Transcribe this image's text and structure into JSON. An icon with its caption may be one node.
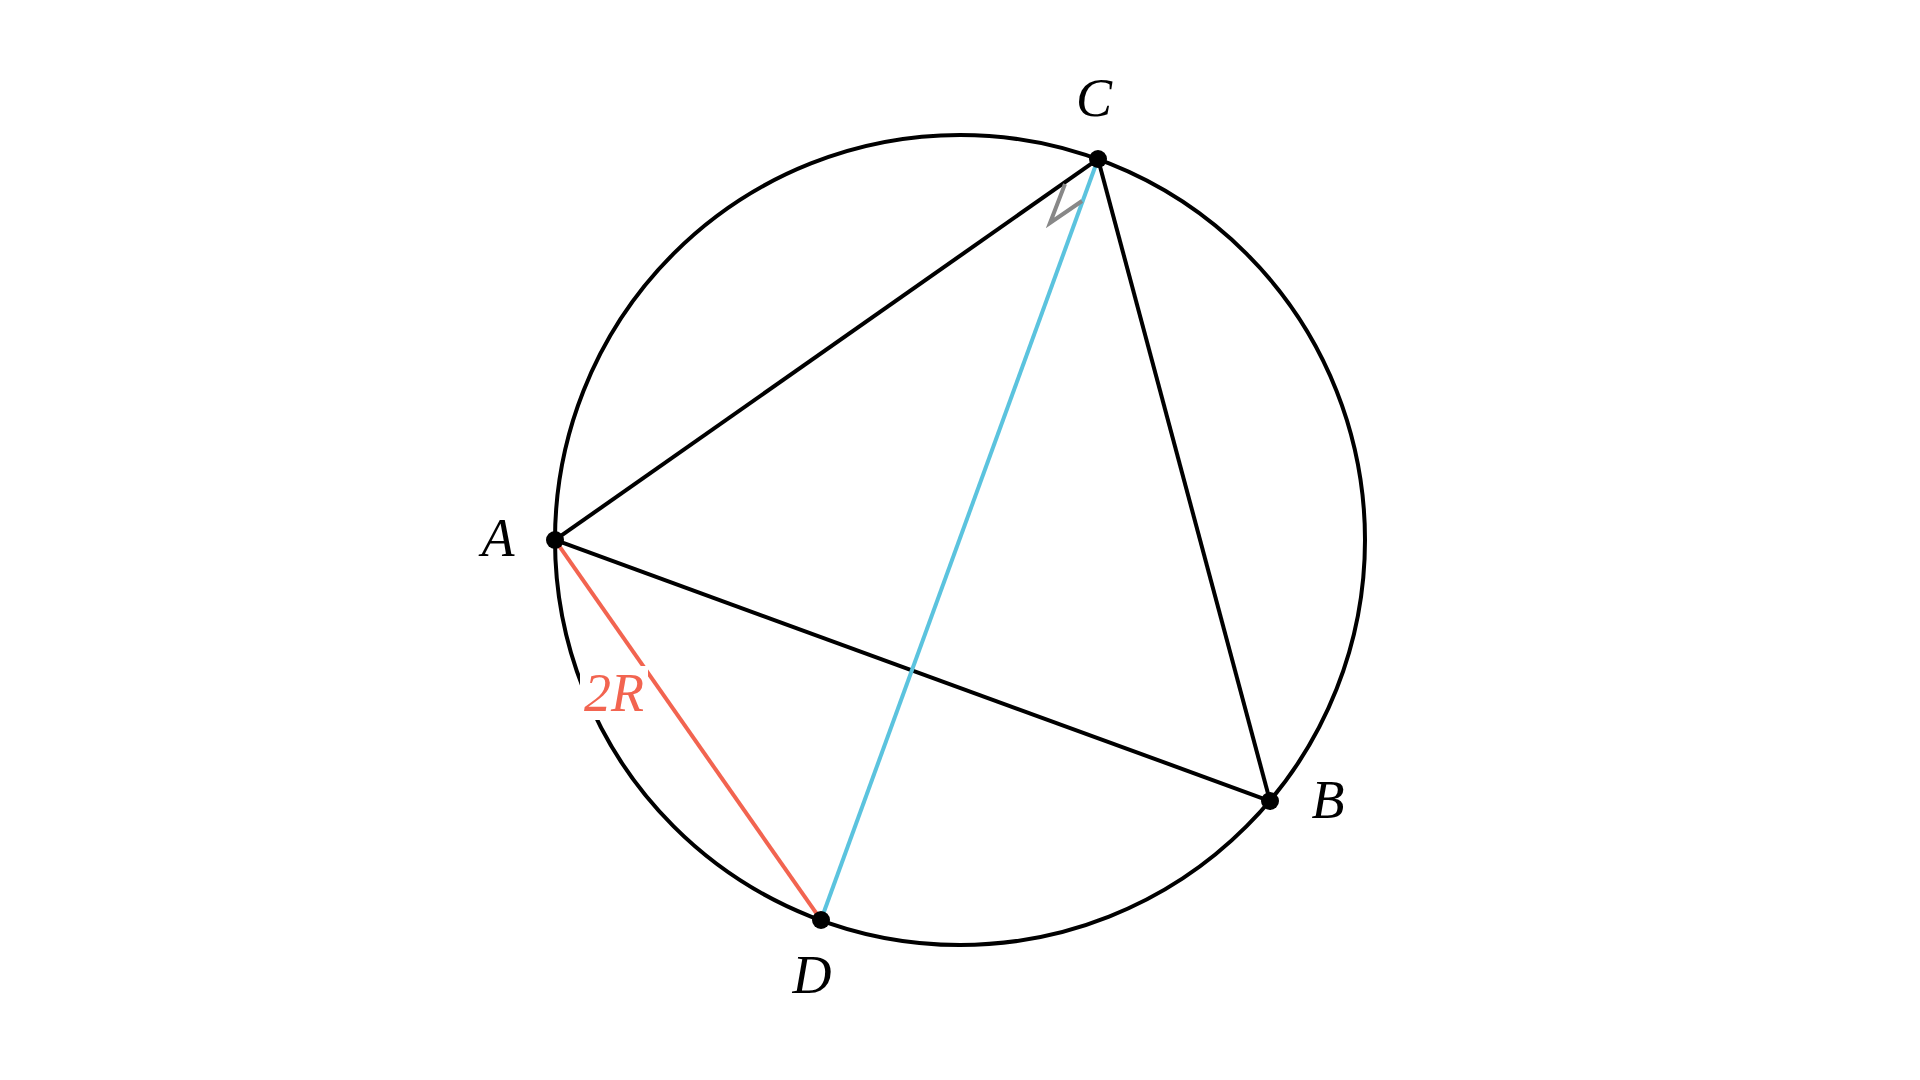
{
  "diagram": {
    "nodes": [
      {
        "text": [],
        "shape": "circle",
        "beside": [
          "C"
        ]
      },
      {
        "text": [],
        "shape": "circle",
        "beside": [
          "A"
        ]
      },
      {
        "text": [],
        "shape": "circle",
        "beside": [
          "B"
        ]
      },
      {
        "text": [],
        "shape": "circle",
        "beside": [
          "D"
        ]
      }
    ],
    "edges": [
      {
        "from": 0,
        "to": 1,
        "arrow": "none"
      },
      {
        "from": 0,
        "to": 2,
        "arrow": "none"
      },
      {
        "from": 1,
        "to": 2,
        "arrow": "none"
      },
      {
        "from": 0,
        "to": 3,
        "arrow": "none",
        "color": "#5bc3de"
      },
      {
        "from": 1,
        "to": 3,
        "arrow": "none",
        "color": "#f26450",
        "label": "2R"
      }
    ]
  }
}
